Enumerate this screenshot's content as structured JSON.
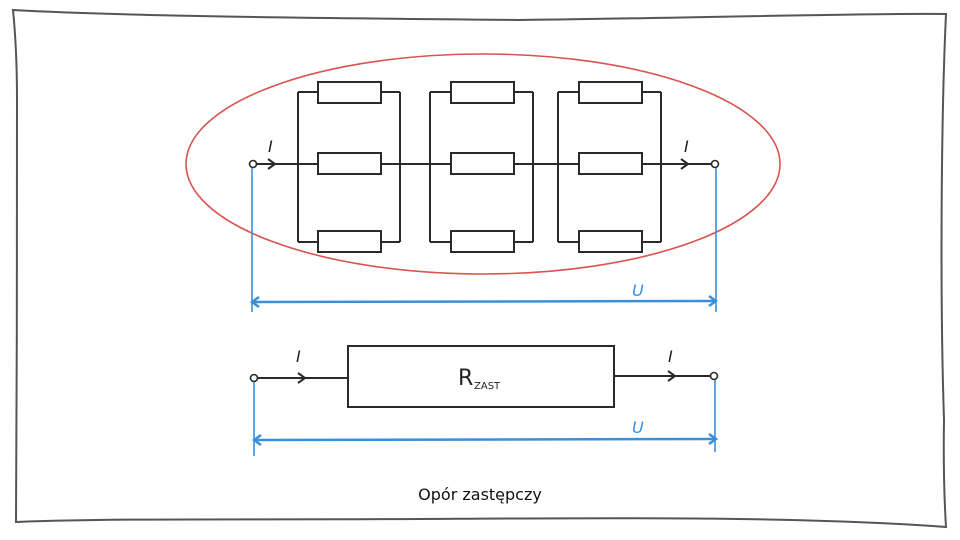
{
  "diagram": {
    "caption": "Opór zastępczy",
    "current_label": "I",
    "voltage_label": "U",
    "equivalent_resistor": {
      "label_main": "R",
      "label_sub": "ZAST"
    },
    "network": {
      "groups": 3,
      "resistors_per_group": 3,
      "connection": "three parallel groups of three resistors connected in series"
    },
    "colors": {
      "wire": "#2a2a2a",
      "voltage_dimension": "#3a8fd9",
      "highlight_ellipse": "#d9534f",
      "frame": "#555555"
    }
  }
}
